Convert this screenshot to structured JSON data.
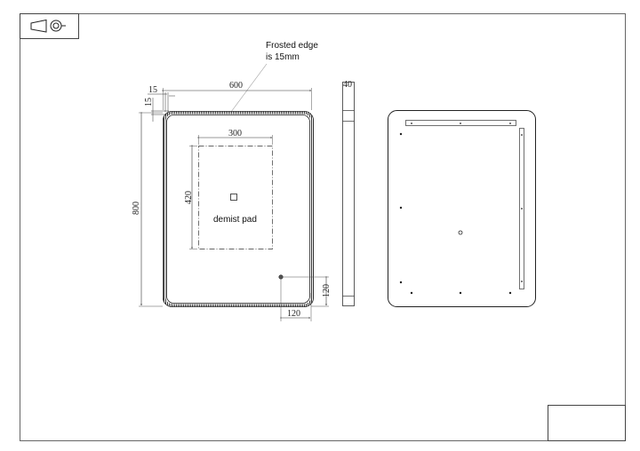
{
  "drawing": {
    "projection_symbol": "first-angle-projection-icon",
    "frosted_note_line1": "Frosted edge",
    "frosted_note_line2": "is 15mm",
    "front_view": {
      "width_label": "600",
      "height_label": "800",
      "edge_top_label": "15",
      "edge_left_label": "15",
      "demist_width_label": "300",
      "demist_height_label": "420",
      "demist_text": "demist pad",
      "switch_x_label": "120",
      "switch_y_label": "120"
    },
    "side_view": {
      "depth_label": "40"
    },
    "back_view": {
      "label": ""
    },
    "title_block": {
      "text": ""
    }
  }
}
